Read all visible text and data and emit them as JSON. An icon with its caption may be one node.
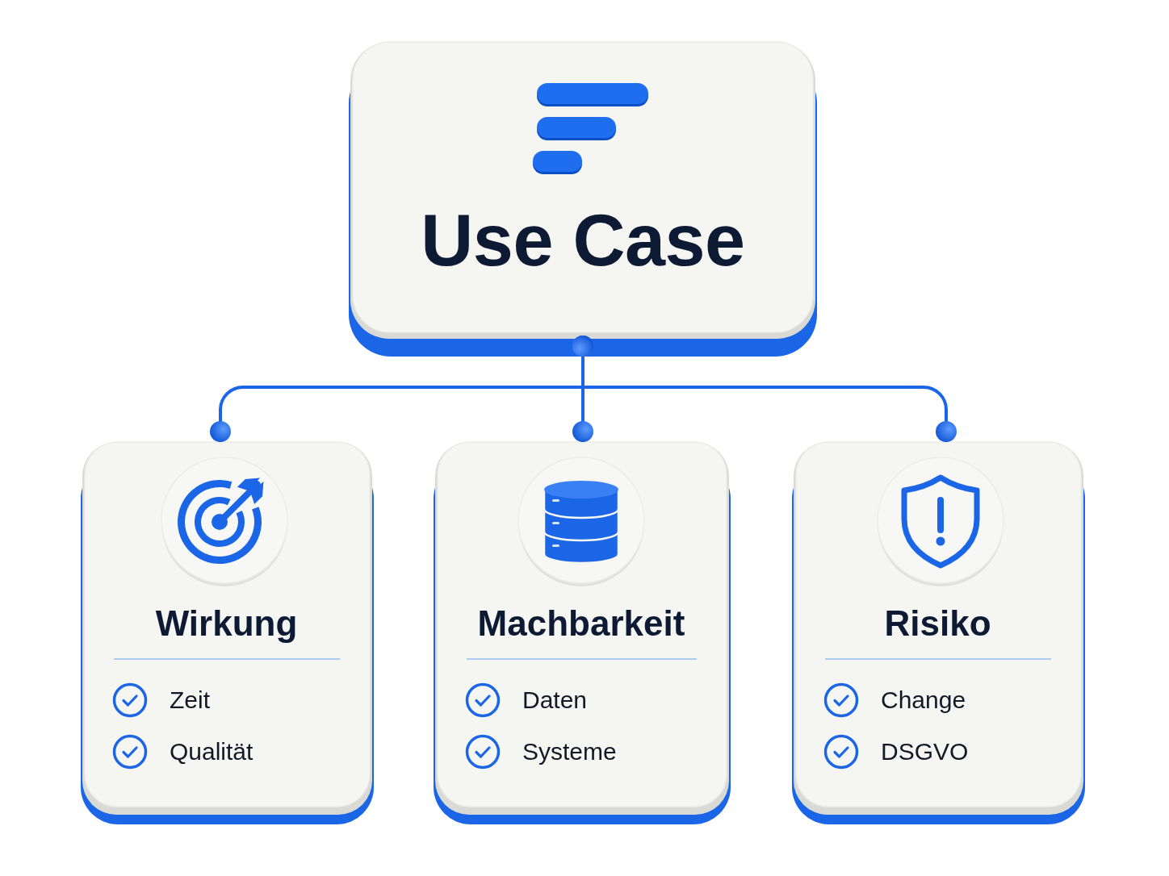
{
  "diagram": {
    "nodes": [
      {
        "text": [
          "Use Case"
        ]
      },
      {
        "text": [
          "Wirkung",
          "Zeit",
          "Qualität"
        ]
      },
      {
        "text": [
          "Machbarkeit",
          "Daten",
          "Systeme"
        ]
      },
      {
        "text": [
          "Risiko",
          "Change",
          "DSGVO"
        ]
      }
    ],
    "edges": [
      {
        "from": 0,
        "to": 1,
        "arrow": "other"
      },
      {
        "from": 0,
        "to": 2,
        "arrow": "other"
      },
      {
        "from": 0,
        "to": 3,
        "arrow": "other"
      }
    ]
  }
}
